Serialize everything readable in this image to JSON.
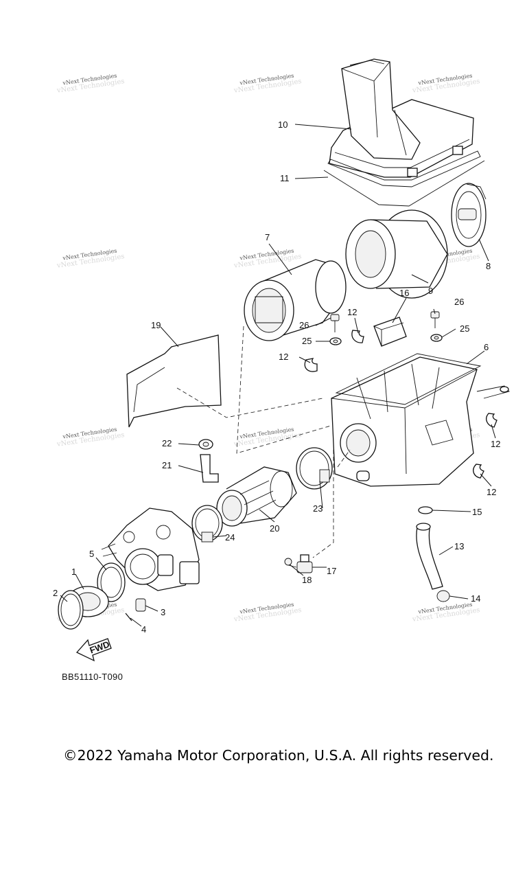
{
  "watermark": {
    "text": "vNext Technologies"
  },
  "callouts": {
    "p1": "1",
    "p2": "2",
    "p3": "3",
    "p4": "4",
    "p5": "5",
    "p6": "6",
    "p7": "7",
    "p8": "8",
    "p9": "9",
    "p10": "10",
    "p11": "11",
    "p12a": "12",
    "p12b": "12",
    "p12c": "12",
    "p12d": "12",
    "p13": "13",
    "p14": "14",
    "p15": "15",
    "p16": "16",
    "p17": "17",
    "p18": "18",
    "p19": "19",
    "p20": "20",
    "p21": "21",
    "p22": "22",
    "p23": "23",
    "p24": "24",
    "p25a": "25",
    "p25b": "25",
    "p26a": "26",
    "p26b": "26"
  },
  "direction_arrow": {
    "label": "FWD"
  },
  "diagram_code": "BB51110-T090",
  "copyright": "©2022 Yamaha Motor Corporation, U.S.A. All rights reserved."
}
